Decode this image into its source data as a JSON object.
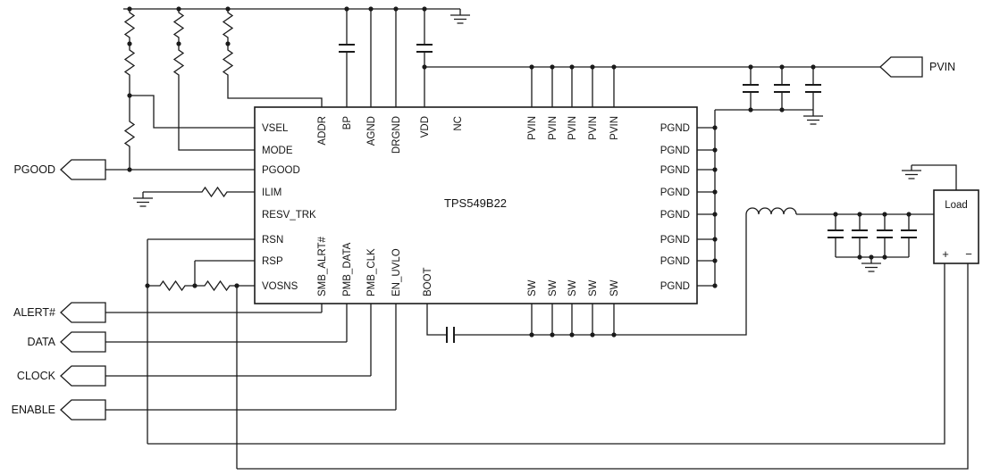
{
  "schematic": {
    "part_number": "TPS549B22",
    "pins": {
      "left": [
        "VSEL",
        "MODE",
        "PGOOD",
        "ILIM",
        "RESV_TRK",
        "RSN",
        "RSP",
        "VOSNS"
      ],
      "top": [
        "ADDR",
        "BP",
        "AGND",
        "DRGND",
        "VDD",
        "NC",
        "PVIN",
        "PVIN",
        "PVIN",
        "PVIN",
        "PVIN"
      ],
      "right": [
        "PGND",
        "PGND",
        "PGND",
        "PGND",
        "PGND",
        "PGND",
        "PGND",
        "PGND"
      ],
      "bottom": [
        "SMB_ALRT#",
        "PMB_DATA",
        "PMB_CLK",
        "EN_UVLO",
        "BOOT",
        "SW",
        "SW",
        "SW",
        "SW",
        "SW"
      ]
    },
    "net_flags": {
      "pvin": "PVIN",
      "pgood": "PGOOD",
      "alert": "ALERT#",
      "data": "DATA",
      "clock": "CLOCK",
      "enable": "ENABLE"
    },
    "load": {
      "label": "Load",
      "plus": "+",
      "minus": "−"
    },
    "colors": {
      "wire": "#1b1b1b",
      "background": "#ffffff"
    }
  }
}
